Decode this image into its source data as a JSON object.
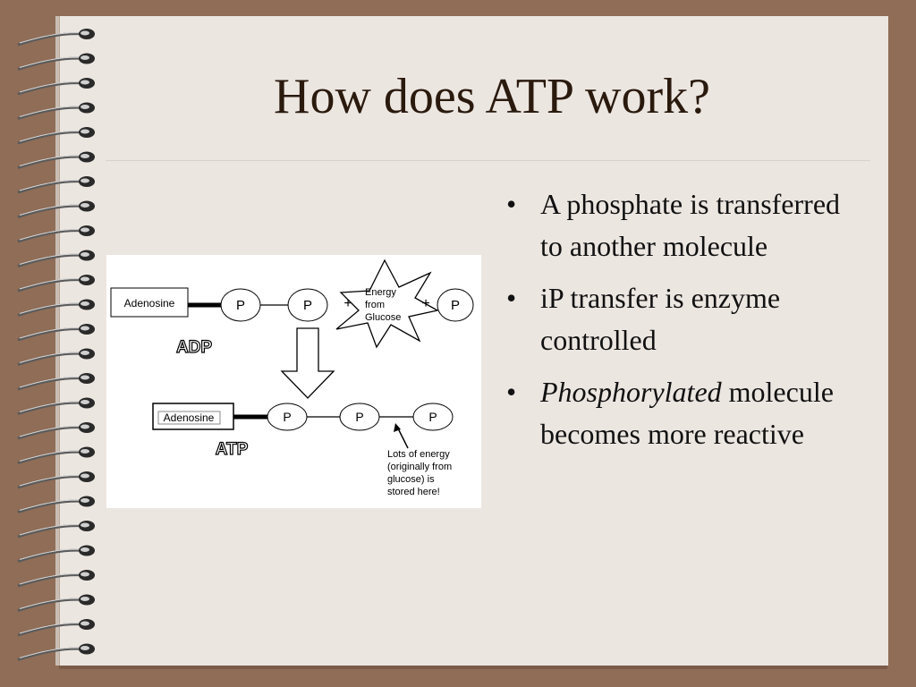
{
  "slide": {
    "title": "How does ATP work?",
    "bullets": [
      {
        "emph": "",
        "text": "A phosphate is transferred to another molecule"
      },
      {
        "emph": "",
        "text": "iP transfer is enzyme controlled"
      },
      {
        "emph": "Phosphorylated",
        "text": " molecule becomes more reactive"
      }
    ],
    "bullet_glyph": "•"
  },
  "diagram": {
    "adp_adenosine": "Adenosine",
    "adp_p1": "P",
    "adp_p2": "P",
    "plus1": "+",
    "energy_line1": "Energy",
    "energy_line2": "from",
    "energy_line3": "Glucose",
    "plus2": "+",
    "free_p": "P",
    "adp_label": "ADP",
    "atp_adenosine": "Adenosine",
    "atp_p1": "P",
    "atp_p2": "P",
    "atp_p3": "P",
    "atp_label": "ATP",
    "note_line1": "Lots of energy",
    "note_line2": "(originally from",
    "note_line3": "glucose) is",
    "note_line4": "stored here!"
  },
  "colors": {
    "frame": "#8f6d57",
    "page": "#ece6e1",
    "title": "#2a1a0d"
  }
}
